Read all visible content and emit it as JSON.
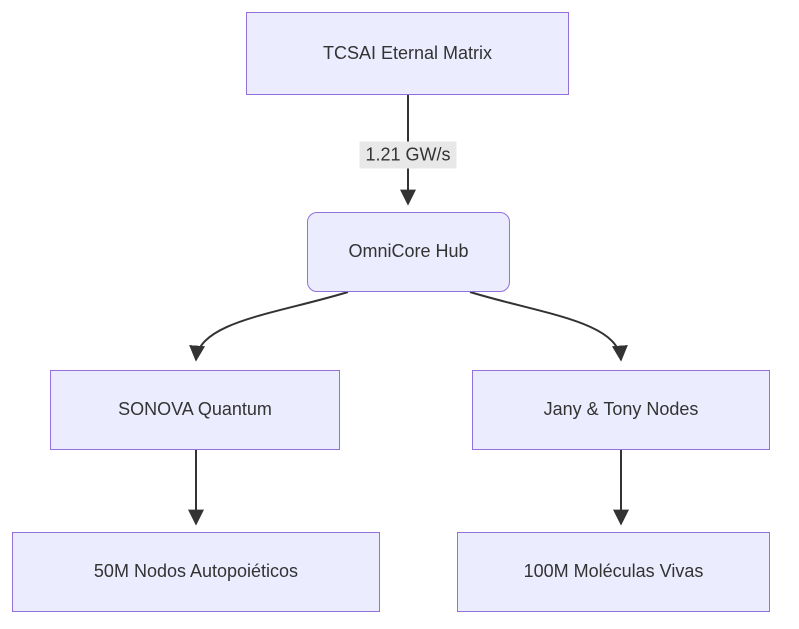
{
  "diagram": {
    "type": "flowchart",
    "direction": "top-down",
    "nodes": {
      "matrix": {
        "label": "TCSAI Eternal Matrix",
        "shape": "rectangle"
      },
      "hub": {
        "label": "OmniCore Hub",
        "shape": "rounded-rectangle"
      },
      "sonova": {
        "label": "SONOVA Quantum",
        "shape": "rectangle"
      },
      "janytony": {
        "label": "Jany & Tony Nodes",
        "shape": "rectangle"
      },
      "nodos": {
        "label": "50M Nodos Autopoiéticos",
        "shape": "rectangle"
      },
      "moleculas": {
        "label": "100M Moléculas Vivas",
        "shape": "rectangle"
      }
    },
    "edges": {
      "matrix_to_hub": {
        "from": "matrix",
        "to": "hub",
        "label": "1.21 GW/s"
      },
      "hub_to_sonova": {
        "from": "hub",
        "to": "sonova"
      },
      "hub_to_janytony": {
        "from": "hub",
        "to": "janytony"
      },
      "sonova_to_nodos": {
        "from": "sonova",
        "to": "nodos"
      },
      "janytony_to_moleculas": {
        "from": "janytony",
        "to": "moleculas"
      }
    },
    "colors": {
      "node_fill": "#ECECFF",
      "node_border": "#9370DB",
      "arrow": "#333333",
      "edge_label_bg": "#e8e8e8",
      "text": "#333333",
      "background": "#ffffff"
    }
  }
}
